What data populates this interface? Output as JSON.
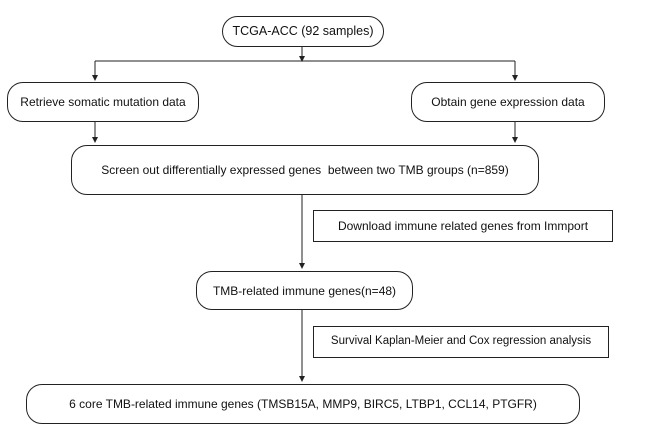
{
  "flowchart": {
    "start": "TCGA-ACC (92 samples)",
    "left_branch": "Retrieve somatic mutation data",
    "right_branch": "Obtain gene expression data",
    "deg_screen": "Screen out differentially expressed genes  between two TMB groups (n=859)",
    "immport_download": "Download immune related genes from Immport",
    "tmb_immune_genes": "TMB-related immune genes(n=48)",
    "survival_analysis": "Survival Kaplan-Meier and Cox regression analysis",
    "core_genes": "6 core TMB-related immune genes (TMSB15A, MMP9, BIRC5, LTBP1, CCL14, PTGFR)"
  }
}
